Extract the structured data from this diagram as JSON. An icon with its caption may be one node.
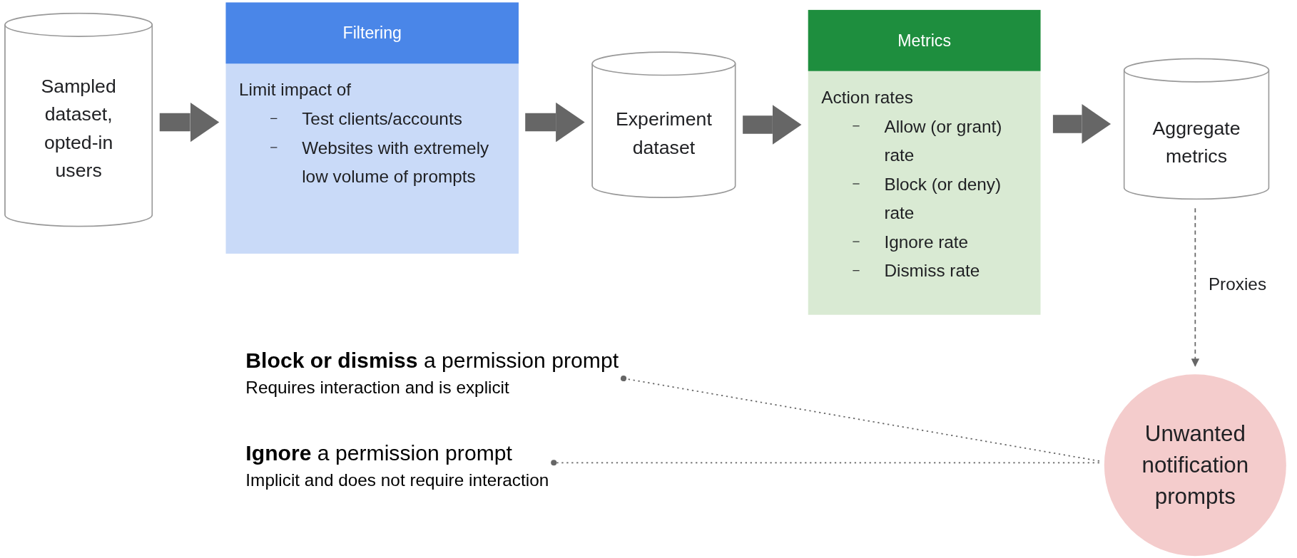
{
  "diagram": {
    "nodes": [
      {
        "text": [
          "Sampled dataset, opted-in users"
        ]
      },
      {
        "text": [
          "Filtering",
          "Limit impact of",
          "Test clients/accounts",
          "Websites with extremely low volume of prompts"
        ]
      },
      {
        "text": [
          "Experiment dataset"
        ]
      },
      {
        "text": [
          "Metrics",
          "Action rates",
          "Allow (or grant) rate",
          "Block (or deny) rate",
          "Ignore rate",
          "Dismiss rate"
        ]
      },
      {
        "text": [
          "Aggregate metrics"
        ]
      },
      {
        "text": [
          "Unwanted notification prompts"
        ]
      },
      {
        "text": [
          "**Block or dismiss** a permission prompt",
          "Requires interaction and is explicit"
        ]
      },
      {
        "text": [
          "**Ignore** a permission prompt",
          "Implicit and does not require interaction"
        ]
      }
    ],
    "edges": [
      {
        "from": 0,
        "to": 1,
        "arrow": "to"
      },
      {
        "from": 1,
        "to": 2,
        "arrow": "to"
      },
      {
        "from": 2,
        "to": 3,
        "arrow": "to"
      },
      {
        "from": 3,
        "to": 4,
        "arrow": "to"
      },
      {
        "from": 4,
        "to": 5,
        "arrow": "to",
        "label": "Proxies",
        "style": "dashed"
      },
      {
        "from": 5,
        "to": 6,
        "arrow": "other",
        "style": "dashed"
      },
      {
        "from": 5,
        "to": 7,
        "arrow": "other",
        "style": "dashed"
      }
    ]
  }
}
